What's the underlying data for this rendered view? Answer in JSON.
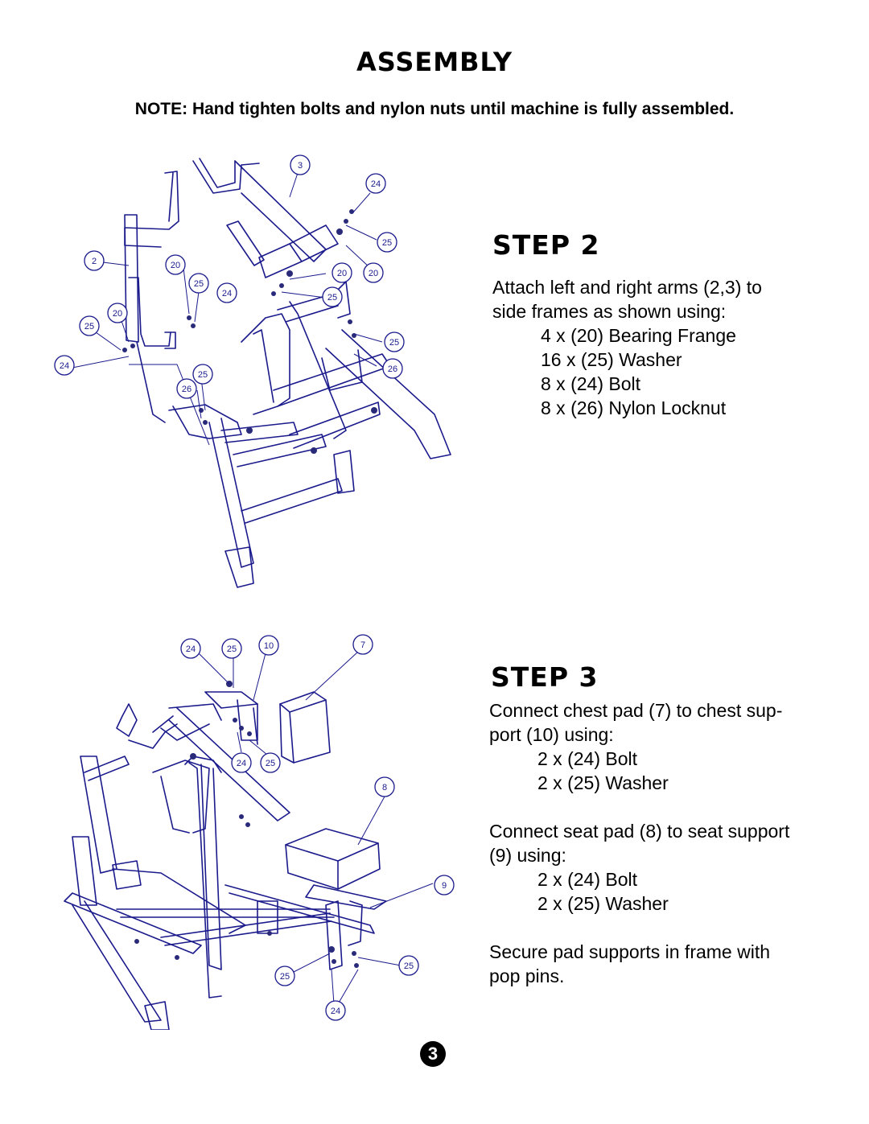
{
  "title": "ASSEMBLY",
  "note": "NOTE:  Hand tighten bolts and nylon nuts until machine is fully assembled.",
  "step2": {
    "heading": "STEP 2",
    "intro_line1": "Attach left and right arms (2,3) to",
    "intro_line2": "side frames as shown using:",
    "parts": [
      "4 x (20) Bearing Frange",
      "16 x (25) Washer",
      "8 x (24) Bolt",
      "8 x (26) Nylon Locknut"
    ],
    "callouts": [
      "3",
      "24",
      "25",
      "2",
      "20",
      "25",
      "24",
      "20",
      "20",
      "25",
      "20",
      "25",
      "24",
      "25",
      "26",
      "25",
      "26"
    ]
  },
  "step3": {
    "heading": "STEP 3",
    "chest_line1": "Connect chest pad (7) to chest sup-",
    "chest_line2": "port (10) using:",
    "chest_parts": [
      "2 x (24) Bolt",
      "2 x (25) Washer"
    ],
    "seat_line1": "Connect seat pad (8) to seat support",
    "seat_line2": "(9) using:",
    "seat_parts": [
      "2 x (24) Bolt",
      "2 x (25) Washer"
    ],
    "secure_line1": "Secure pad supports in frame with",
    "secure_line2": "pop pins.",
    "callouts": [
      "24",
      "25",
      "10",
      "7",
      "24",
      "25",
      "8",
      "9",
      "25",
      "25",
      "24"
    ]
  },
  "page_number": "3",
  "colors": {
    "diagram_line": "#1a1a8c",
    "text": "#000000"
  }
}
